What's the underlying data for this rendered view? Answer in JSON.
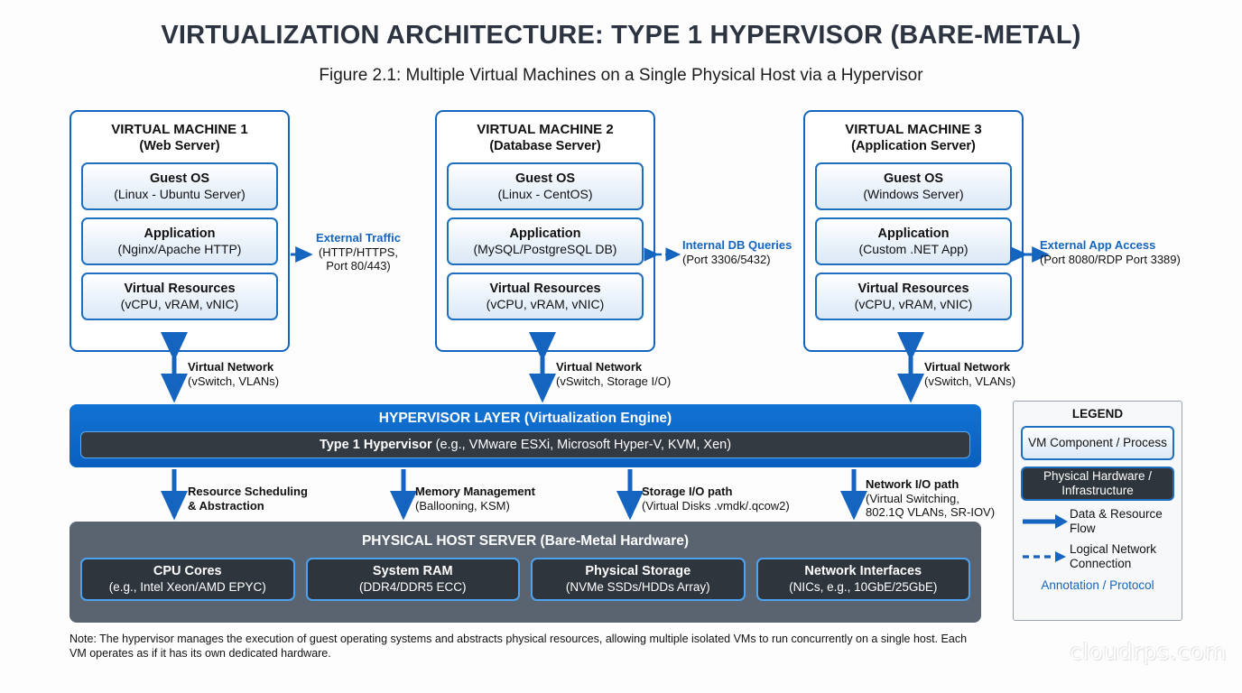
{
  "title": "VIRTUALIZATION ARCHITECTURE: TYPE 1 HYPERVISOR (BARE-METAL)",
  "subtitle": "Figure 2.1: Multiple Virtual Machines on a Single Physical Host via a Hypervisor",
  "colors": {
    "accent_blue": "#1565C0",
    "hypervisor_band": "#0B62C8",
    "hypervisor_bar": "#343A42",
    "physical_host_bg": "#5A6471",
    "physical_card_bg": "#2F353D",
    "card_border": "#1F6FBF"
  },
  "vms": [
    {
      "name": "VIRTUAL MACHINE 1",
      "role": "(Web Server)",
      "rows": [
        {
          "head": "Guest OS",
          "detail": "(Linux - Ubuntu Server)"
        },
        {
          "head": "Application",
          "detail": "(Nginx/Apache HTTP)"
        },
        {
          "head": "Virtual Resources",
          "detail": "(vCPU, vRAM, vNIC)"
        }
      ],
      "annotation": {
        "title": "External Traffic",
        "lines": [
          "(HTTP/HTTPS,",
          "Port 80/443)"
        ],
        "arrow": "single"
      },
      "connector": {
        "head": "Virtual Network",
        "detail": "(vSwitch, VLANs)"
      }
    },
    {
      "name": "VIRTUAL MACHINE 2",
      "role": "(Database Server)",
      "rows": [
        {
          "head": "Guest OS",
          "detail": "(Linux - CentOS)"
        },
        {
          "head": "Application",
          "detail": "(MySQL/PostgreSQL DB)"
        },
        {
          "head": "Virtual Resources",
          "detail": "(vCPU, vRAM, vNIC)"
        }
      ],
      "annotation": {
        "title": "Internal DB Queries",
        "lines": [
          "(Port 3306/5432)"
        ],
        "arrow": "dashed-double"
      },
      "connector": {
        "head": "Virtual Network",
        "detail": "(vSwitch, Storage I/O)"
      }
    },
    {
      "name": "VIRTUAL MACHINE 3",
      "role": "(Application Server)",
      "rows": [
        {
          "head": "Guest OS",
          "detail": "(Windows Server)"
        },
        {
          "head": "Application",
          "detail": "(Custom .NET App)"
        },
        {
          "head": "Virtual Resources",
          "detail": "(vCPU, vRAM, vNIC)"
        }
      ],
      "annotation": {
        "title": "External App Access",
        "lines": [
          "(Port 8080/RDP Port 3389)"
        ],
        "arrow": "double"
      },
      "connector": {
        "head": "Virtual Network",
        "detail": "(vSwitch, VLANs)"
      }
    }
  ],
  "hypervisor": {
    "title": "HYPERVISOR LAYER (Virtualization Engine)",
    "bar_bold": "Type 1 Hypervisor",
    "bar_rest": "(e.g., VMware ESXi, Microsoft Hyper-V, KVM, Xen)"
  },
  "hypervisor_flows": [
    {
      "head": "Resource Scheduling",
      "detail": "& Abstraction",
      "detail_bold": true
    },
    {
      "head": "Memory Management",
      "detail": "(Ballooning, KSM)",
      "detail_bold": false
    },
    {
      "head": "Storage I/O path",
      "detail": "(Virtual Disks .vmdk/.qcow2)",
      "detail_bold": false
    },
    {
      "head": "Network I/O path",
      "detail": "(Virtual Switching,",
      "detail2": "802.1Q VLANs, SR-IOV)",
      "detail_bold": false
    }
  ],
  "physical_host": {
    "title": "PHYSICAL HOST SERVER (Bare-Metal Hardware)",
    "cards": [
      {
        "head": "CPU Cores",
        "detail": "(e.g., Intel Xeon/AMD EPYC)"
      },
      {
        "head": "System RAM",
        "detail": "(DDR4/DDR5 ECC)"
      },
      {
        "head": "Physical Storage",
        "detail": "(NVMe SSDs/HDDs Array)"
      },
      {
        "head": "Network Interfaces",
        "detail": "(NICs, e.g., 10GbE/25GbE)"
      }
    ]
  },
  "legend": {
    "title": "LEGEND",
    "vm_swatch": "VM Component / Process",
    "hw_swatch": "Physical Hardware / Infrastructure",
    "flow_solid": "Data & Resource Flow",
    "flow_dashed": "Logical Network Connection",
    "annotation": "Annotation / Protocol"
  },
  "note": "Note: The hypervisor manages the execution of guest operating systems and abstracts physical resources, allowing multiple isolated VMs to run concurrently on a single host. Each VM operates as if it has its own dedicated hardware.",
  "watermark": "cloudrps.com"
}
